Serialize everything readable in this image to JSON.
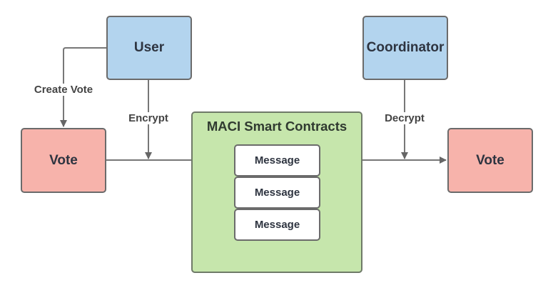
{
  "diagram": {
    "nodes": {
      "user": "User",
      "coordinator": "Coordinator",
      "vote_left": "Vote",
      "vote_right": "Vote",
      "contracts_title": "MACI Smart Contracts",
      "messages": [
        "Message",
        "Message",
        "Message"
      ]
    },
    "edges": {
      "create_vote": "Create Vote",
      "encrypt": "Encrypt",
      "decrypt": "Decrypt"
    },
    "colors": {
      "actor_fill": "#b3d4ee",
      "vote_fill": "#f7b3ab",
      "contract_fill": "#c6e6ac",
      "message_fill": "#ffffff",
      "stroke": "#6b6b6b"
    }
  }
}
